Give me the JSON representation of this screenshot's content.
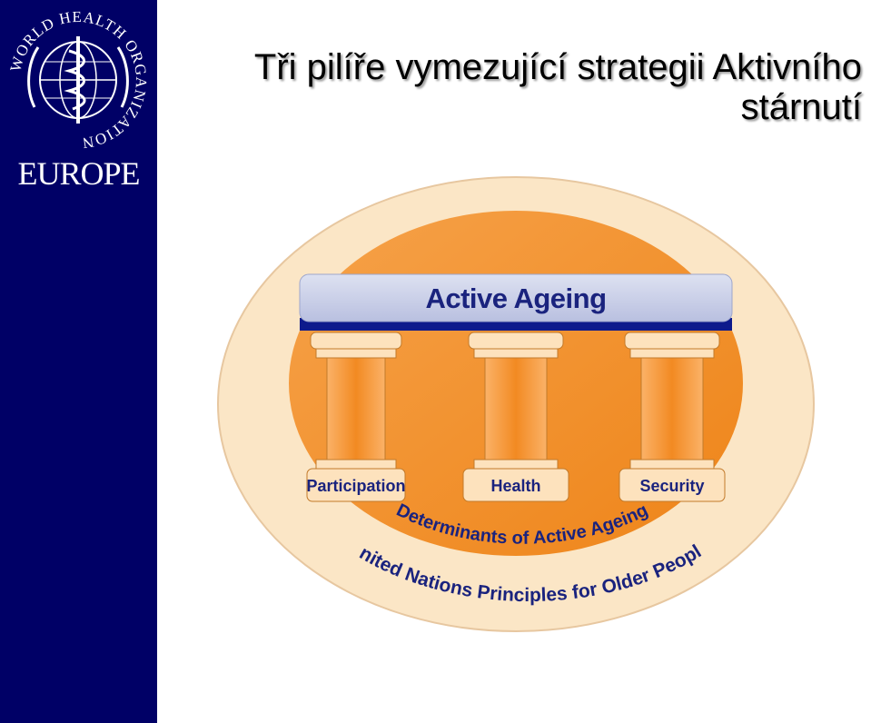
{
  "sidebar": {
    "emblem_text": "WORLD HEALTH ORGANIZATION",
    "region": "EUROPE"
  },
  "slide": {
    "title": "Tři pilíře vymezující strategii Aktivního stárnutí"
  },
  "diagram": {
    "roof_label": "Active Ageing",
    "pillars": [
      "Participation",
      "Health",
      "Security"
    ],
    "inner_ring_label": "Determinants of Active Ageing",
    "outer_ring_label": "United Nations Principles for Older People"
  },
  "colors": {
    "sidebar": "#000066",
    "roof": "#c7cde6",
    "roof_base": "#0d1a8c",
    "orange": "#f08a1e",
    "outer_ellipse": "#fbe6c6",
    "label_text": "#1a237e"
  }
}
